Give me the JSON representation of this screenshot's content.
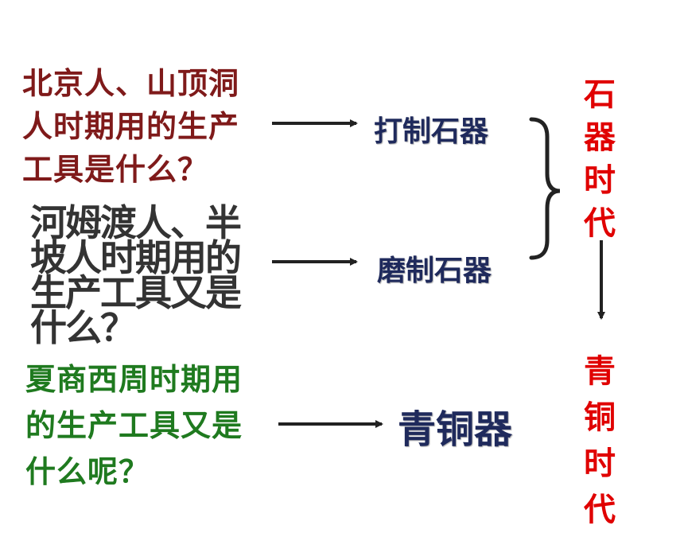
{
  "questions": {
    "q1": "北京人、山顶洞人时期用的生产工具是什么？",
    "q2": "河姆渡人、半坡人时期用的生产工具又是什么？",
    "q3": "夏商西周时期用的生产工具又是什么呢？"
  },
  "tools": {
    "chipped": "打制石器",
    "polished": "磨制石器",
    "bronze": "青铜器"
  },
  "eras": {
    "stone": "石器时代",
    "bronze": "青铜时代"
  }
}
